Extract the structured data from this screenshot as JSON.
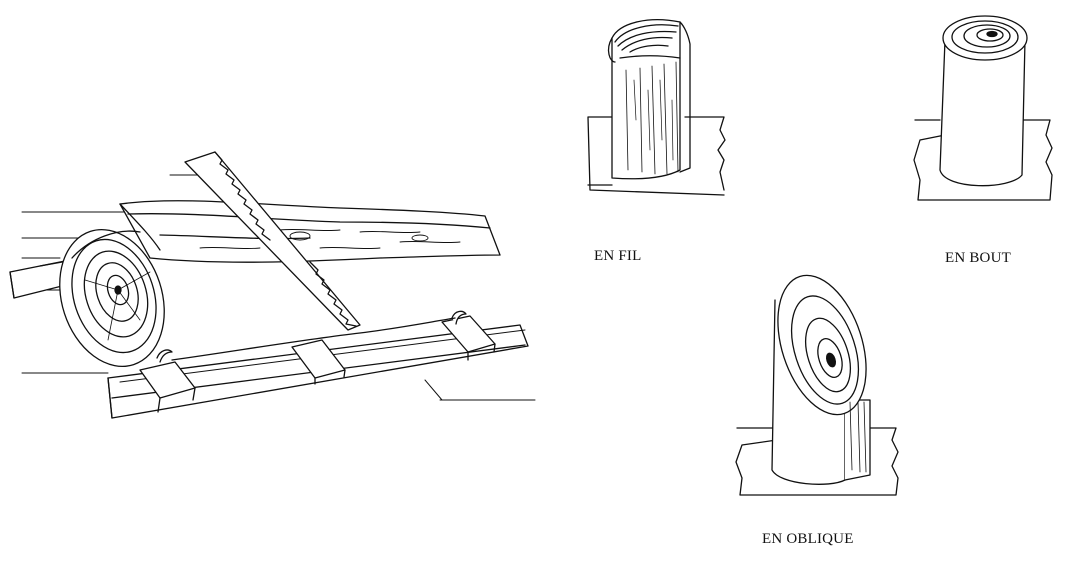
{
  "labels": {
    "en_fil": "EN FIL",
    "en_bout": "EN BOUT",
    "en_oblique": "EN OBLIQUE"
  },
  "colors": {
    "ink": "#111111",
    "paper": "#ffffff"
  }
}
